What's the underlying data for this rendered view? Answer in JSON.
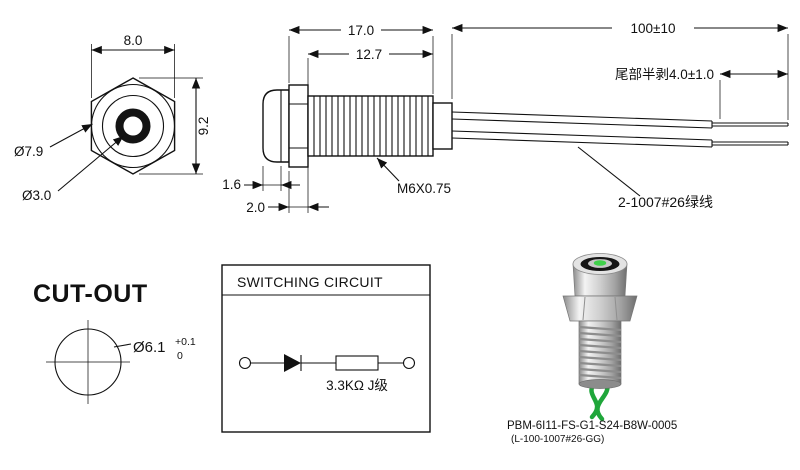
{
  "front_view": {
    "dim_width": "8.0",
    "dim_height": "9.2",
    "label_outer_dia": "Ø7.9",
    "label_hole_dia": "Ø3.0"
  },
  "side_view": {
    "dim_overall": "17.0",
    "dim_thread_len": "12.7",
    "dim_cap_lip": "1.6",
    "dim_hex_width": "2.0",
    "thread_spec": "M6X0.75"
  },
  "wires": {
    "dim_length": "100±10",
    "strip_note": "尾部半剥4.0±1.0",
    "wire_spec": "2-1007#26绿线"
  },
  "cutout": {
    "title": "CUT-OUT",
    "dia": "Ø6.1",
    "tol_plus": "+0.1",
    "tol_minus": "0"
  },
  "circuit": {
    "title": "SWITCHING CIRCUIT",
    "resistor_label": "3.3KΩ J级"
  },
  "product": {
    "part_number": "PBM-6I11-FS-G1-S24-B8W-0005",
    "wire_code": "(L-100-1007#26-GG)",
    "led_color": "#3fd04a",
    "wire_color": "#1fa63a"
  }
}
